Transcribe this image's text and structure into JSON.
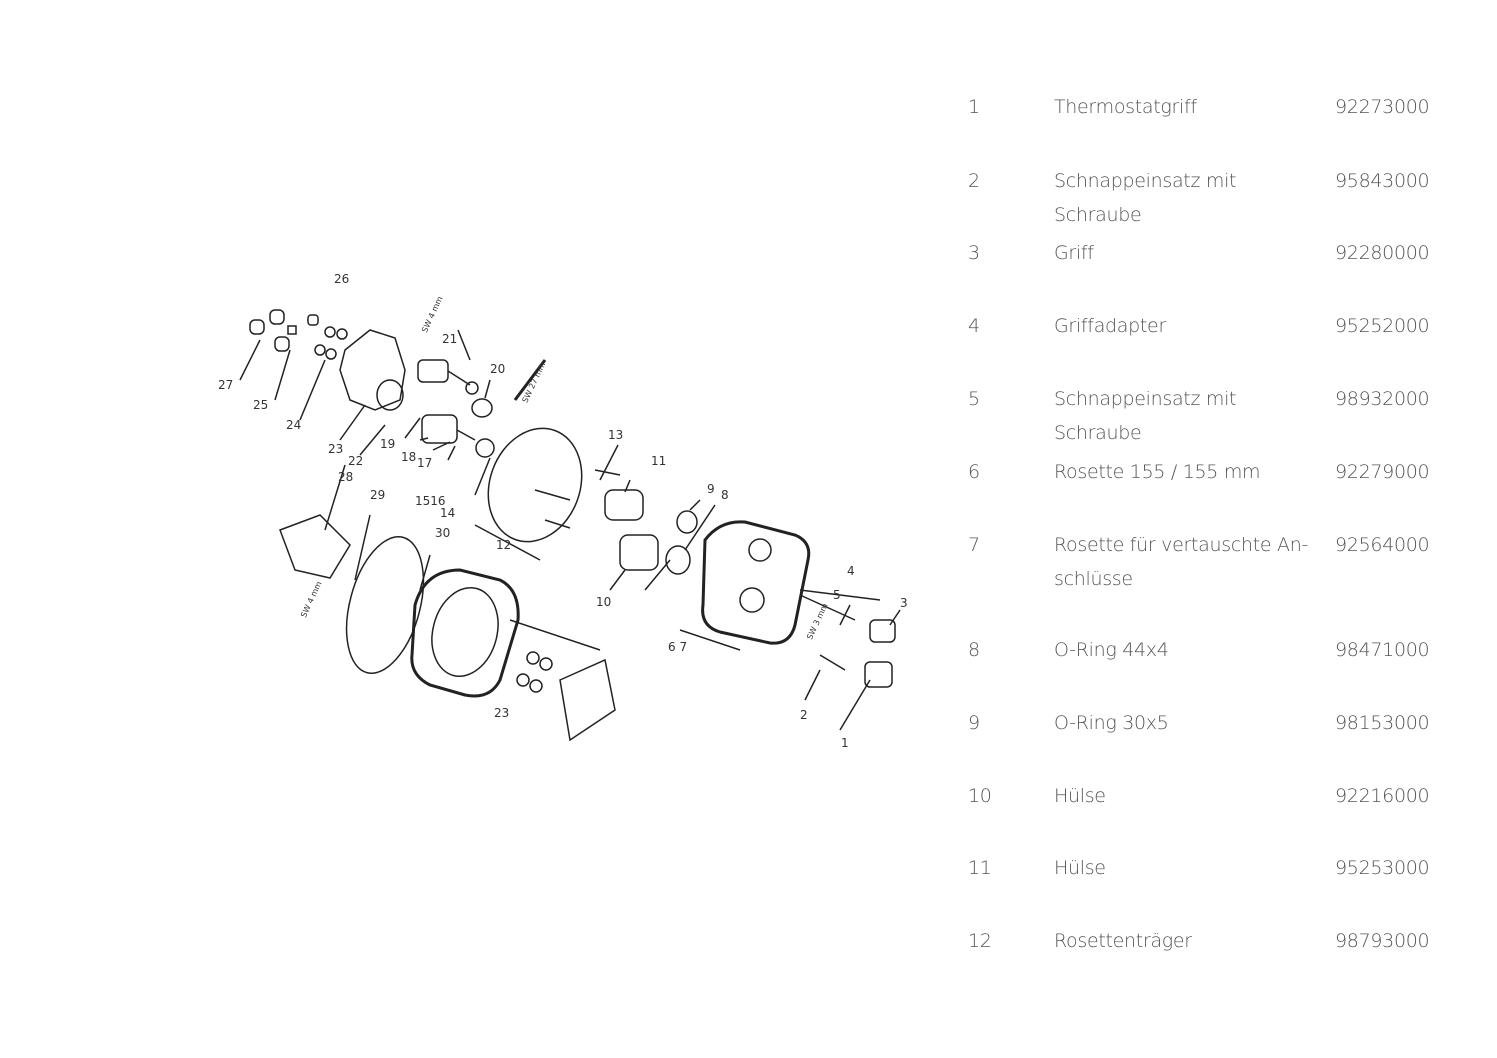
{
  "diagram": {
    "callouts": [
      "26",
      "27",
      "25",
      "24",
      "23",
      "22",
      "19",
      "18",
      "17",
      "1516",
      "14",
      "21",
      "20",
      "SW 4 mm",
      "SW 27 mm",
      "13",
      "11",
      "12",
      "9",
      "8",
      "10",
      "6 7",
      "28",
      "29",
      "30",
      "SW 4 mm",
      "23",
      "4",
      "5",
      "3",
      "SW 3 mm",
      "2",
      "1"
    ]
  },
  "parts": [
    {
      "num": "1",
      "name": "Thermostatgriff",
      "code": "92273000"
    },
    {
      "num": "2",
      "name": "Schnappeinsatz mit Schraube",
      "code": "95843000"
    },
    {
      "num": "3",
      "name": "Griff",
      "code": "92280000"
    },
    {
      "num": "4",
      "name": "Griffadapter",
      "code": "95252000"
    },
    {
      "num": "5",
      "name": "Schnappeinsatz mit Schraube",
      "code": "98932000"
    },
    {
      "num": "6",
      "name": "Rosette 155 / 155 mm",
      "code": "92279000"
    },
    {
      "num": "7",
      "name": "Rosette für vertauschte An-schlüsse",
      "code": "92564000"
    },
    {
      "num": "8",
      "name": "O-Ring 44x4",
      "code": "98471000"
    },
    {
      "num": "9",
      "name": "O-Ring 30x5",
      "code": "98153000"
    },
    {
      "num": "10",
      "name": "Hülse",
      "code": "92216000"
    },
    {
      "num": "11",
      "name": "Hülse",
      "code": "95253000"
    },
    {
      "num": "12",
      "name": "Rosettenträger",
      "code": "98793000"
    }
  ]
}
